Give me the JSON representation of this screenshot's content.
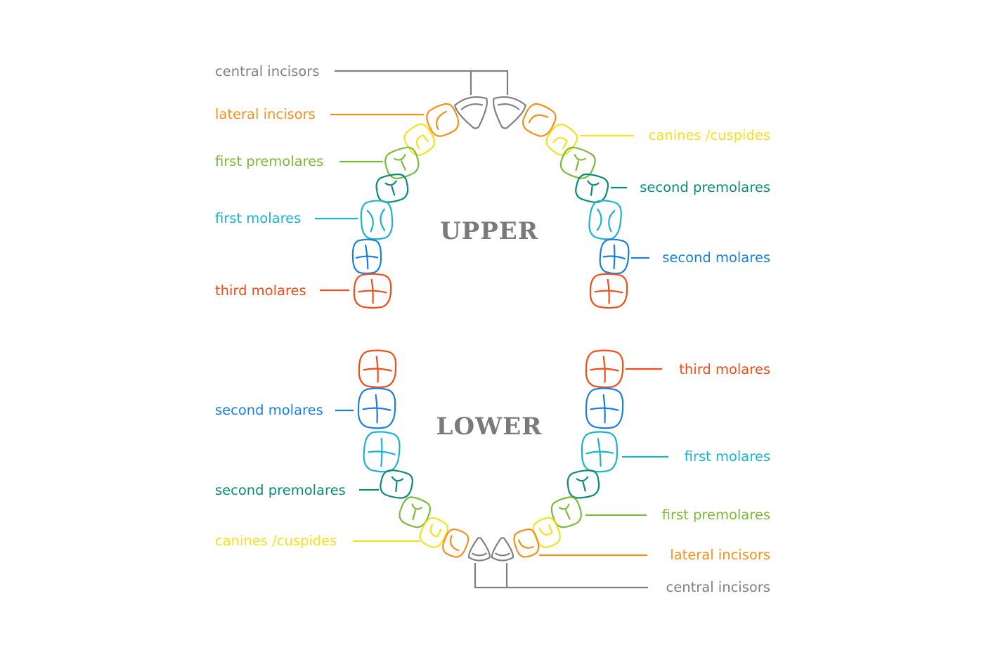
{
  "colors": {
    "central_incisors": "#808080",
    "lateral_incisors": "#f5901e",
    "canines": "#f7e01c",
    "first_premolares": "#7cba3c",
    "second_premolares": "#0c8a7a",
    "first_molares": "#1bb3cf",
    "second_molares": "#1b7fe0",
    "third_molares": "#f04e19"
  },
  "upper": {
    "title": "UPPER",
    "labels": {
      "central_incisors": "central incisors",
      "lateral_incisors": "lateral incisors",
      "canines": "canines /cuspides",
      "first_premolares": "first premolares",
      "second_premolares": "second premolares",
      "first_molares": "first molares",
      "second_molares": "second molares",
      "third_molares": "third molares"
    }
  },
  "lower": {
    "title": "LOWER",
    "labels": {
      "third_molares": "third molares",
      "second_molares": "second molares",
      "first_molares": "first molares",
      "second_premolares": "second premolares",
      "first_premolares": "first premolares",
      "canines": "canines /cuspides",
      "lateral_incisors": "lateral incisors",
      "central_incisors": "central incisors"
    }
  }
}
